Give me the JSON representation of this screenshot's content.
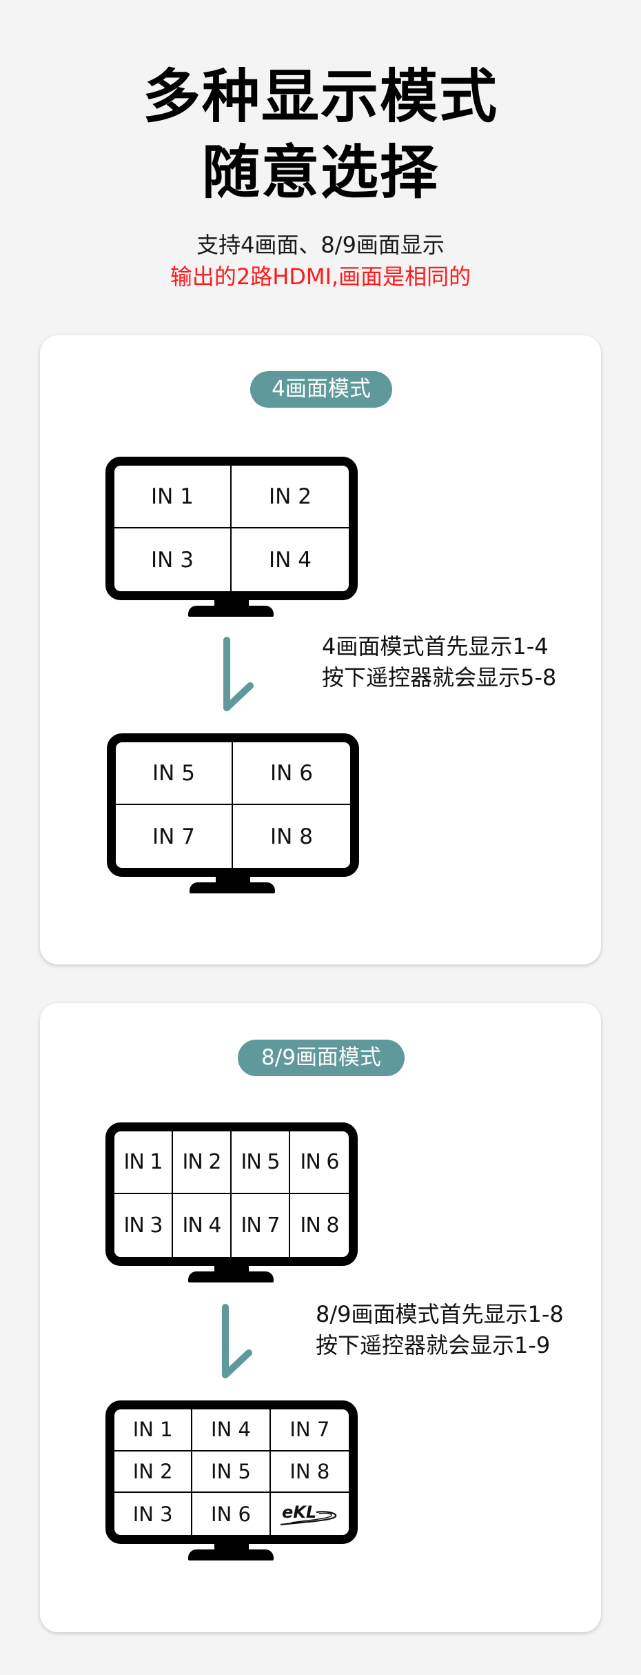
{
  "header": {
    "title_line1": "多种显示模式",
    "title_line2": "随意选择",
    "subtitle": "支持4画面、8/9画面显示",
    "subtitle_red": "输出的2路HDMI,画面是相同的"
  },
  "colors": {
    "background": "#f4f4f4",
    "card": "#ffffff",
    "accent": "#5f999b",
    "highlight_red": "#ff1a1a",
    "text": "#111111"
  },
  "cards": [
    {
      "badge": "4画面模式",
      "monitor_top": {
        "cells": [
          "IN 1",
          "IN 2",
          "IN 3",
          "IN 4"
        ]
      },
      "description": {
        "line1": "4画面模式首先显示1-4",
        "line2": "按下遥控器就会显示5-8"
      },
      "monitor_bottom": {
        "cells": [
          "IN 5",
          "IN 6",
          "IN 7",
          "IN 8"
        ]
      }
    },
    {
      "badge": "8/9画面模式",
      "monitor_top": {
        "cells": [
          "IN 1",
          "IN 2",
          "IN 5",
          "IN 6",
          "IN 3",
          "IN 4",
          "IN 7",
          "IN 8"
        ]
      },
      "description": {
        "line1": "8/9画面模式首先显示1-8",
        "line2": "按下遥控器就会显示1-9"
      },
      "monitor_bottom": {
        "cells": [
          "IN 1",
          "IN 4",
          "IN 7",
          "IN 2",
          "IN 5",
          "IN 8",
          "IN 3",
          "IN 6"
        ],
        "logo": "eKL"
      }
    }
  ],
  "icons": {
    "arrow": "down-return-arrow-icon",
    "monitor": "monitor-icon",
    "logo": "ekl-logo"
  }
}
